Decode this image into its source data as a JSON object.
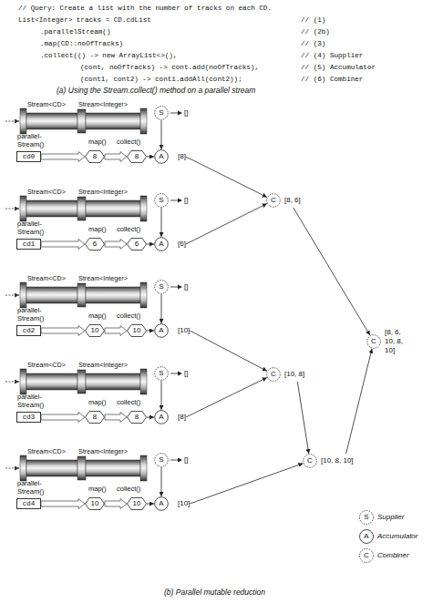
{
  "diagram": {
    "caption": "(b) Parallel mutable reduction",
    "nodes": [
      {
        "text": [
          "S",
          "[]"
        ]
      },
      {
        "text": [
          "cd0"
        ]
      },
      {
        "text": [
          "8"
        ]
      },
      {
        "text": [
          "8"
        ]
      },
      {
        "text": [
          "A",
          "[8]"
        ]
      },
      {
        "text": [
          "S",
          "[]"
        ]
      },
      {
        "text": [
          "cd1"
        ]
      },
      {
        "text": [
          "6"
        ]
      },
      {
        "text": [
          "6"
        ]
      },
      {
        "text": [
          "A",
          "[6]"
        ]
      },
      {
        "text": [
          "S",
          "[]"
        ]
      },
      {
        "text": [
          "cd2"
        ]
      },
      {
        "text": [
          "10"
        ]
      },
      {
        "text": [
          "10"
        ]
      },
      {
        "text": [
          "A",
          "[10]"
        ]
      },
      {
        "text": [
          "S",
          "[]"
        ]
      },
      {
        "text": [
          "cd3"
        ]
      },
      {
        "text": [
          "8"
        ]
      },
      {
        "text": [
          "8"
        ]
      },
      {
        "text": [
          "A",
          "[8]"
        ]
      },
      {
        "text": [
          "S",
          "[]"
        ]
      },
      {
        "text": [
          "cd4"
        ]
      },
      {
        "text": [
          "10"
        ]
      },
      {
        "text": [
          "10"
        ]
      },
      {
        "text": [
          "A",
          "[10]"
        ]
      },
      {
        "text": [
          "C",
          "[8, 6]"
        ]
      },
      {
        "text": [
          "C",
          "[10, 8]"
        ]
      },
      {
        "text": [
          "C",
          "[10, 8, 10]"
        ]
      },
      {
        "text": [
          "C",
          "[8, 6, 10, 8, 10]"
        ]
      }
    ],
    "edges": [
      {
        "from": 1,
        "to": 2,
        "arrow": "to"
      },
      {
        "from": 2,
        "to": 3,
        "arrow": "to"
      },
      {
        "from": 3,
        "to": 4,
        "arrow": "to"
      },
      {
        "from": 0,
        "to": 4,
        "arrow": "to"
      },
      {
        "from": 6,
        "to": 7,
        "arrow": "to"
      },
      {
        "from": 7,
        "to": 8,
        "arrow": "to"
      },
      {
        "from": 8,
        "to": 9,
        "arrow": "to"
      },
      {
        "from": 5,
        "to": 9,
        "arrow": "to"
      },
      {
        "from": 11,
        "to": 12,
        "arrow": "to"
      },
      {
        "from": 12,
        "to": 13,
        "arrow": "to"
      },
      {
        "from": 13,
        "to": 14,
        "arrow": "to"
      },
      {
        "from": 10,
        "to": 14,
        "arrow": "to"
      },
      {
        "from": 16,
        "to": 17,
        "arrow": "to"
      },
      {
        "from": 17,
        "to": 18,
        "arrow": "to"
      },
      {
        "from": 18,
        "to": 19,
        "arrow": "to"
      },
      {
        "from": 15,
        "to": 19,
        "arrow": "to"
      },
      {
        "from": 21,
        "to": 22,
        "arrow": "to"
      },
      {
        "from": 22,
        "to": 23,
        "arrow": "to"
      },
      {
        "from": 23,
        "to": 24,
        "arrow": "to"
      },
      {
        "from": 20,
        "to": 24,
        "arrow": "to"
      },
      {
        "from": 4,
        "to": 25,
        "arrow": "to"
      },
      {
        "from": 9,
        "to": 25,
        "arrow": "to"
      },
      {
        "from": 14,
        "to": 26,
        "arrow": "to"
      },
      {
        "from": 19,
        "to": 26,
        "arrow": "to"
      },
      {
        "from": 24,
        "to": 27,
        "arrow": "to"
      },
      {
        "from": 26,
        "to": 27,
        "arrow": "to"
      },
      {
        "from": 25,
        "to": 28,
        "arrow": "to"
      },
      {
        "from": 27,
        "to": 28,
        "arrow": "to"
      }
    ],
    "labels": [
      "// Query: Create a list with the number of tracks on each CD.",
      "List<Integer> tracks = CD.cdList",
      "// (1)",
      ".parallelStream()",
      "// (2b)",
      ".map(CD::noOfTracks)",
      "// (3)",
      ".collect(() -> new ArrayList<>(),",
      "// (4) Supplier",
      "(cont, noOfTracks) -> cont.add(noOfTracks),",
      "// (5) Accumulator",
      "(cont1, cont2) -> cont1.addAll(cont2));",
      "// (6) Combiner",
      "(a) Using the Stream.collect() method on a parallel stream",
      "Stream<CD>",
      "Stream<Integer>",
      "parallel- Stream()",
      "map()",
      "collect()",
      "Stream<CD>",
      "Stream<Integer>",
      "parallel- Stream()",
      "map()",
      "collect()",
      "Stream<CD>",
      "Stream<Integer>",
      "parallel- Stream()",
      "map()",
      "collect()",
      "Stream<CD>",
      "Stream<Integer>",
      "parallel- Stream()",
      "map()",
      "collect()",
      "Stream<CD>",
      "Stream<Integer>",
      "parallel- Stream()",
      "map()",
      "collect()",
      "S",
      "A",
      "C"
    ],
    "legend": [
      {
        "text": "Supplier"
      },
      {
        "text": "Accumulator"
      },
      {
        "text": "Combiner"
      }
    ]
  }
}
